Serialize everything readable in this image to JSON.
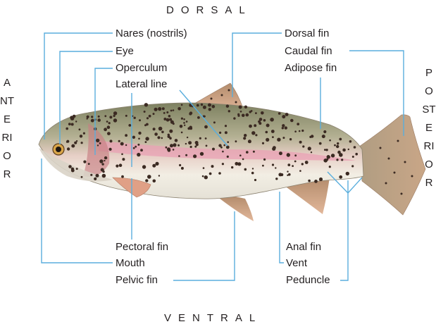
{
  "orientation": {
    "top": "DORSAL",
    "bottom": "VENTRAL",
    "left": "ANTERIOR",
    "right": "POSTERIOR"
  },
  "labels": {
    "nares": "Nares (nostrils)",
    "eye": "Eye",
    "operculum": "Operculum",
    "lateral_line": "Lateral line",
    "dorsal_fin": "Dorsal fin",
    "caudal_fin": "Caudal fin",
    "adipose_fin": "Adipose fin",
    "pectoral_fin": "Pectoral fin",
    "mouth": "Mouth",
    "pelvic_fin": "Pelvic fin",
    "anal_fin": "Anal fin",
    "vent": "Vent",
    "peduncle": "Peduncle"
  },
  "colors": {
    "leader_line": "#5aaedd",
    "body_top": "#8c8f6e",
    "body_belly": "#f1ede2",
    "lateral_stripe": "#e9a0b4",
    "fin": "#c8a080",
    "spot": "#3b2a22"
  }
}
